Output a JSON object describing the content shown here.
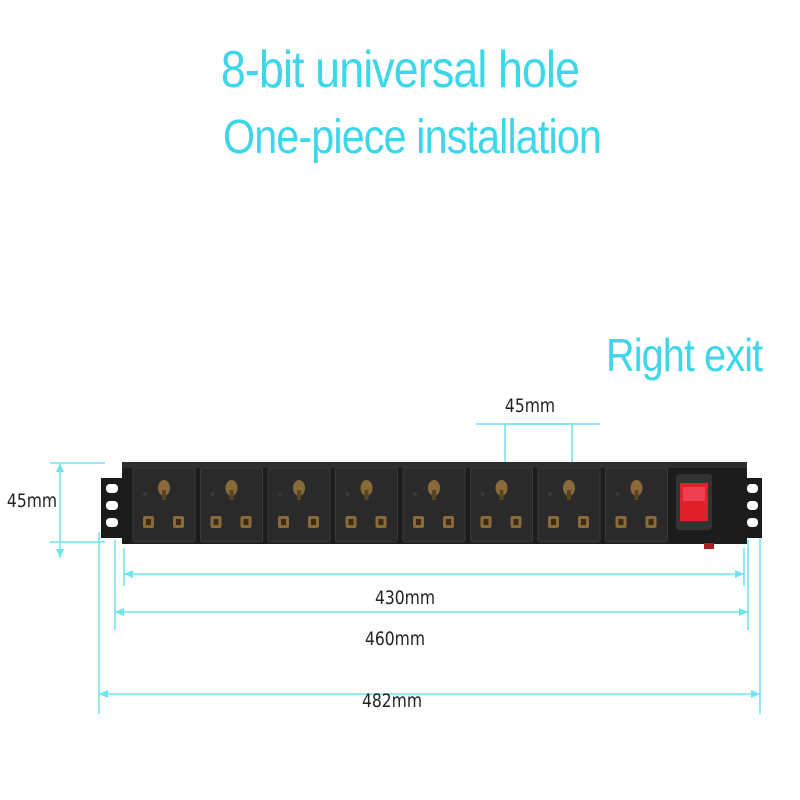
{
  "headline": {
    "title": "8-bit universal hole",
    "subtitle": "One-piece installation"
  },
  "callout": {
    "exit_label": "Right exit"
  },
  "dimensions": {
    "socket_pitch": "45mm",
    "height": "45mm",
    "body_length": "430mm",
    "mount_length": "460mm",
    "total_length": "482mm"
  },
  "product": {
    "socket_count": 8,
    "has_switch": true
  },
  "colors": {
    "accent": "#3dd6ea",
    "body": "#1c1c1c",
    "socket_face": "#2a2a2a",
    "contact": "#8a6a3a",
    "switch": "#e0202a"
  }
}
